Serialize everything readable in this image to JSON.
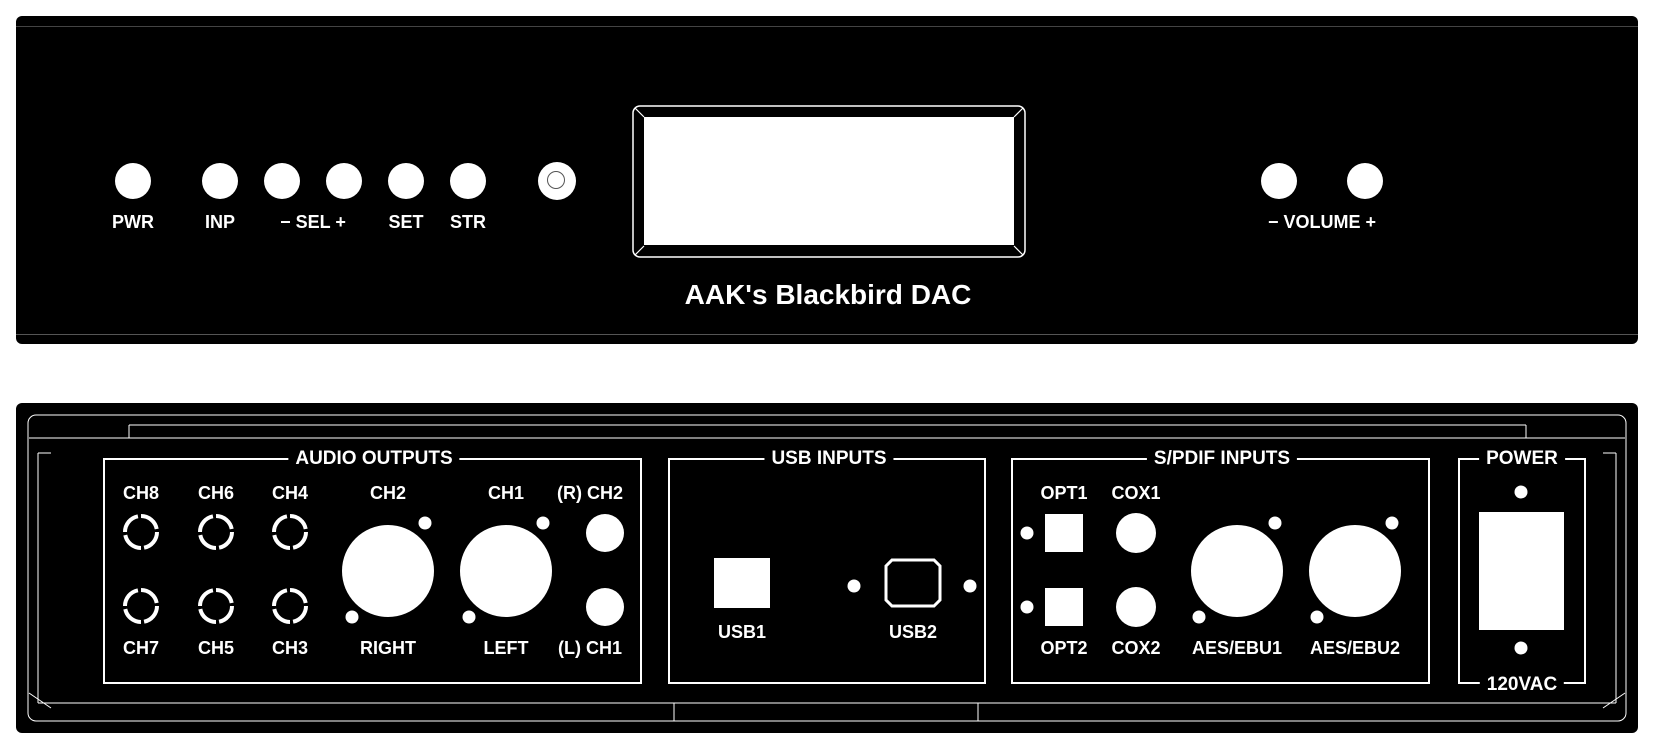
{
  "front": {
    "buttons": [
      {
        "label": "PWR"
      },
      {
        "label": "INP"
      },
      {
        "label": "SEL_MINUS"
      },
      {
        "label": "SEL_PLUS"
      },
      {
        "label": "SET"
      },
      {
        "label": "STR"
      }
    ],
    "labels": {
      "pwr": "PWR",
      "inp": "INP",
      "sel": "− SEL +",
      "set": "SET",
      "str": "STR",
      "volume": "− VOLUME +"
    },
    "title": "AAK's Blackbird DAC"
  },
  "rear": {
    "audio_outputs": {
      "title": "AUDIO OUTPUTS",
      "rca_top": [
        "CH8",
        "CH6",
        "CH4"
      ],
      "rca_bottom": [
        "CH7",
        "CH5",
        "CH3"
      ],
      "xlr_right_top": "CH2",
      "xlr_right_bottom": "RIGHT",
      "xlr_left_top": "CH1",
      "xlr_left_bottom": "LEFT",
      "coax_top": "(R) CH2",
      "coax_bottom": "(L) CH1"
    },
    "usb_inputs": {
      "title": "USB INPUTS",
      "usb1": "USB1",
      "usb2": "USB2"
    },
    "spdif_inputs": {
      "title": "S/PDIF INPUTS",
      "opt1": "OPT1",
      "opt2": "OPT2",
      "cox1": "COX1",
      "cox2": "COX2",
      "aes1": "AES/EBU1",
      "aes2": "AES/EBU2"
    },
    "power": {
      "title": "POWER",
      "voltage": "120VAC"
    }
  },
  "colors": {
    "panel": "#000000",
    "foreground": "#ffffff",
    "background": "#ffffff"
  }
}
